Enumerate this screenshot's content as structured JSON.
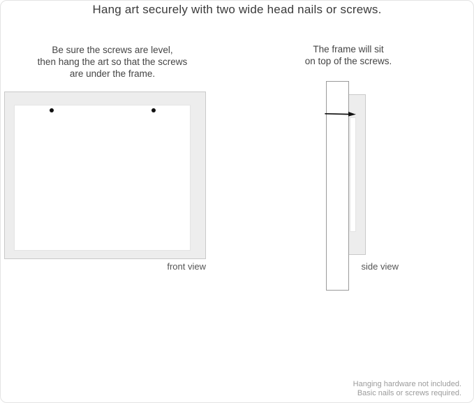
{
  "title": "Hang art securely with two wide head nails or screws.",
  "front": {
    "instruction_lines": {
      "0": "Be sure the screws are level,",
      "1": "then hang the art so that the screws",
      "2": "are under the frame."
    },
    "label": "front view",
    "screw_count": 2
  },
  "side": {
    "instruction_lines": {
      "0": "The frame will sit",
      "1": "on top of the screws."
    },
    "label": "side view"
  },
  "footnote_lines": {
    "0": "Hanging hardware not included.",
    "1": "Basic nails or screws required."
  },
  "colors": {
    "frame_fill": "#ededed",
    "frame_border": "#c9c9c9",
    "wall_border": "#9a9a9a",
    "text": "#444444",
    "title_text": "#3a3a3a",
    "footnote_text": "#9b9b9b",
    "screw": "#111111"
  }
}
